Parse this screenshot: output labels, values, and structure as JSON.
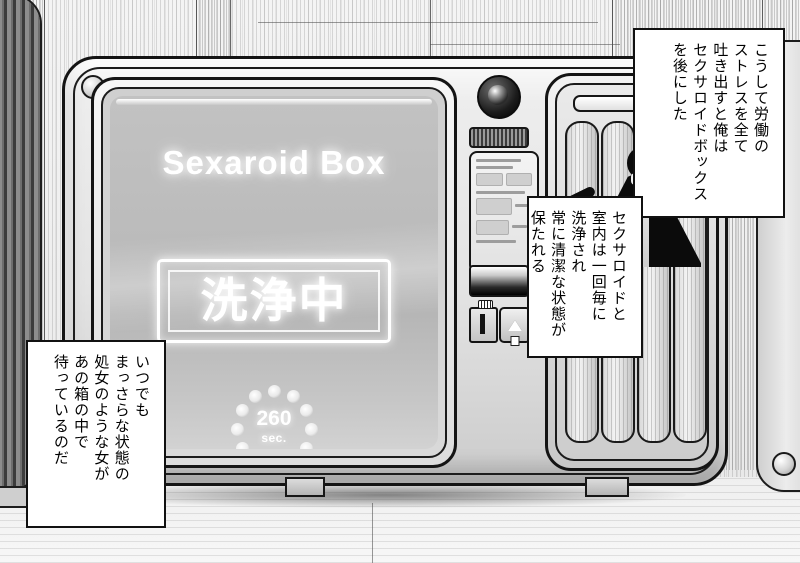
{
  "scene": {
    "type": "manga-panel",
    "machine_name": "Sexaroid Box"
  },
  "machine": {
    "title": "Sexaroid Box",
    "status_display": "洗浄中",
    "timer": {
      "value": "260",
      "unit": "sec."
    },
    "controls": {
      "knob": "camera-lens-knob",
      "speaker": "speaker-grille",
      "info_panel": "lcd-info-panel",
      "dark_screen": "small-dark-display",
      "coin_slot": "coin-slot",
      "action_button": "eject-arrow-button"
    },
    "chamber": {
      "slat_count": 4,
      "occupant": "silhouette-figure"
    }
  },
  "balloons": {
    "top_right": {
      "name": "narration-top-right",
      "columns": [
        "こうして労働の",
        "ストレスを全て",
        "吐き出すと俺は",
        "セクサロイドボックス",
        "を後にした"
      ]
    },
    "middle_right": {
      "name": "narration-middle-right",
      "columns": [
        "セクサロイドと",
        "室内は一回毎に",
        "洗浄され",
        "常に清潔な状態が",
        "保たれる"
      ]
    },
    "bottom_left": {
      "name": "narration-bottom-left",
      "columns": [
        "いつでも",
        "まっさらな状態の",
        "処女のような女が",
        "あの箱の中で",
        "待っているのだ"
      ]
    }
  },
  "colors": {
    "ink": "#111111",
    "screen_gray": "#bcbcbc",
    "body_light": "#ededed",
    "body_dark": "#bdbdbd",
    "glow": "#ffffff"
  }
}
